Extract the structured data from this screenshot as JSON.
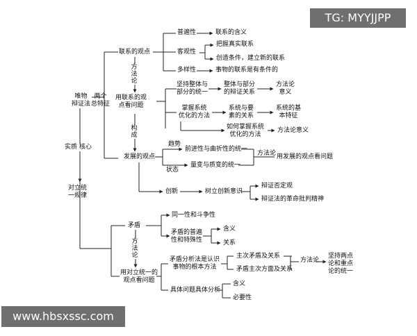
{
  "watermarks": {
    "top": "TG: MYYJJPP",
    "bottom": "www.hbsxssc.com"
  },
  "nodes": {
    "root": [
      "唯物",
      "辩证法"
    ],
    "features": [
      "两个",
      "总特征"
    ],
    "essence_core": "实质  核心",
    "unity_law": [
      "对立统",
      "一规律"
    ],
    "connection_view": "联系的观点",
    "method1": "方法论",
    "use_connection": [
      "用联系的观",
      "点看问题"
    ],
    "composition": "构成",
    "development_view": "发展的观点",
    "universality": "普遍性",
    "connection_meaning": "联系的含义",
    "objectivity": "客观性",
    "grasp_real": "把握真实联系",
    "create_conditions": "创造条件，建立新的联系",
    "diversity": "多样性",
    "conditional": "事物的联系是有条件的",
    "whole_part": [
      "坚持整体与",
      "部分的统一"
    ],
    "whole_part_rel": [
      "整体与部分",
      "的辩证关系"
    ],
    "methodology_meaning": [
      "方法论",
      "意义"
    ],
    "system_opt": [
      "掌握系统",
      "优化的方法"
    ],
    "system_elem": [
      "系统与要",
      "素的关系"
    ],
    "system_basic": [
      "系统的基",
      "本特征"
    ],
    "how_system": [
      "如何掌握系统",
      "优化的方法"
    ],
    "methodology_meaning2": "方法论意义",
    "trend": "趋势",
    "state": "状态",
    "progressive": "前进性与曲折性的统一",
    "quantity_quality": "量变与质变的统一",
    "method2": "方法论",
    "dev_view_problem": "用发展的观点看问题",
    "innovation": "创新",
    "innovation_aware": "树立创新意识",
    "dialectical_negation": "辩证否定观",
    "critical_spirit": "辩证法的革命批判精神",
    "contradiction": "矛盾",
    "method3": "方法论",
    "use_unity": [
      "用对立统一的",
      "观点看问题"
    ],
    "identity_struggle": "同一性和斗争性",
    "univ_particular": [
      "矛盾的普遍",
      "性和特殊性"
    ],
    "meaning": "含义",
    "relation": "关系",
    "analysis": [
      "矛盾分析法是认识",
      "事物的根本方法"
    ],
    "main_contra": "主次矛盾及关系",
    "main_aspect": "矛盾主次方面及关系",
    "method4": "方法论",
    "two_points": [
      "坚持两点",
      "论和重点",
      "论的统一"
    ],
    "concrete": "具体问题具体分析",
    "meaning2": "含义",
    "necessity": "必要性"
  }
}
